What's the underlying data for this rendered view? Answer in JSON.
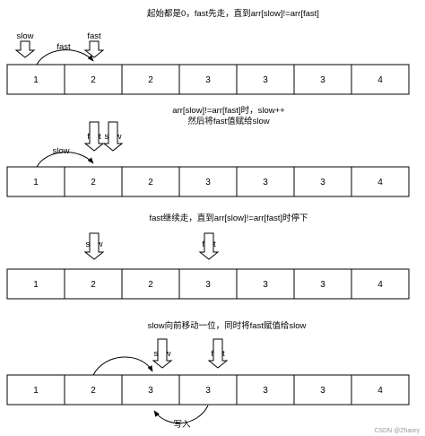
{
  "stages": [
    {
      "caption": [
        "起始都是0，fast先走，直到arr[slow]!=arr[fast]"
      ],
      "cells": [
        "1",
        "2",
        "2",
        "3",
        "3",
        "3",
        "4"
      ],
      "pointers": [
        {
          "label": "slow",
          "index": 0
        },
        {
          "label": "fast",
          "index": 1
        }
      ],
      "top_arc_label": "fast"
    },
    {
      "caption": [
        "arr[slow]!=arr[fast]时，slow++",
        "然后将fast值赋给slow"
      ],
      "cells": [
        "1",
        "2",
        "2",
        "3",
        "3",
        "3",
        "4"
      ],
      "pointers": [
        {
          "label": "fast",
          "index": 1
        },
        {
          "label": "slow",
          "index": 1
        }
      ],
      "top_arc_label": "slow"
    },
    {
      "caption": [
        "fast继续走，直到arr[slow]!=arr[fast]时停下"
      ],
      "cells": [
        "1",
        "2",
        "2",
        "3",
        "3",
        "3",
        "4"
      ],
      "pointers": [
        {
          "label": "slow",
          "index": 1
        },
        {
          "label": "fast",
          "index": 3
        }
      ]
    },
    {
      "caption": [
        "slow向前移动一位，同时将fast赋值给slow"
      ],
      "cells": [
        "1",
        "2",
        "3",
        "3",
        "3",
        "3",
        "4"
      ],
      "pointers": [
        {
          "label": "slow",
          "index": 2
        },
        {
          "label": "fast",
          "index": 3
        }
      ],
      "bottom_arc_label": "写入"
    }
  ],
  "watermark": "CSDN @Zhaory"
}
